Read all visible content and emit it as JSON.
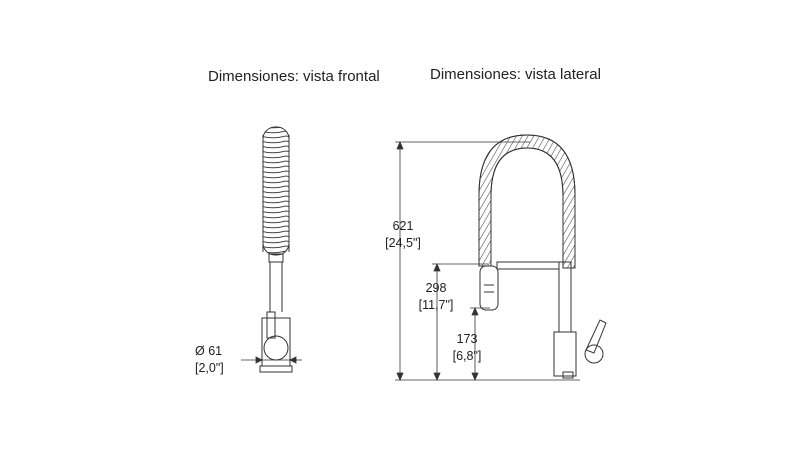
{
  "views": {
    "front": {
      "title": "Dimensiones: vista frontal"
    },
    "side": {
      "title": "Dimensiones: vista lateral"
    }
  },
  "dimensions": {
    "diameter": {
      "mm": "Ø 61",
      "inch": "[2,0\"]"
    },
    "total_height": {
      "mm": "621",
      "inch": "[24,5\"]"
    },
    "spout_height": {
      "mm": "298",
      "inch": "[11,7\"]"
    },
    "handle_height": {
      "mm": "173",
      "inch": "[6,8\"]"
    }
  }
}
